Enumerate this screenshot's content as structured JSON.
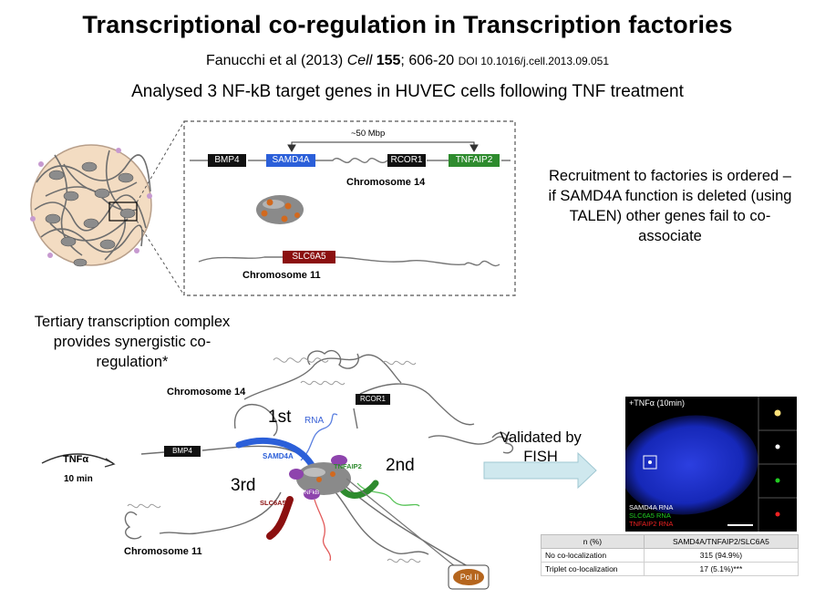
{
  "header": {
    "title": "Transcriptional co-regulation in Transcription factories",
    "citation": {
      "authors": "Fanucchi et al (2013) ",
      "journal": "Cell",
      "volume": "155",
      "pages": "; 606-20 ",
      "doi": "DOI 10.1016/j.cell.2013.09.051"
    },
    "subtitle": "Analysed 3 NF-kB target genes in HUVEC cells following TNF treatment"
  },
  "notes": {
    "right_note": "Recruitment to factories is ordered – if SAMD4A function is deleted (using TALEN) other genes fail to co-associate",
    "left_note": "Tertiary transcription complex provides synergistic co-regulation*",
    "fish_label": "Validated by FISH"
  },
  "top_diagram": {
    "distance": "~50 Mbp",
    "genes": {
      "bmp4": "BMP4",
      "samd4a": "SAMD4A",
      "rcor1": "RCOR1",
      "tnfaip2": "TNFAIP2",
      "slc6a5": "SLC6A5"
    },
    "chromosome14": "Chromosome 14",
    "chromosome11": "Chromosome 11"
  },
  "bottom_diagram": {
    "chromosome14": "Chromosome 14",
    "chromosome11": "Chromosome 11",
    "stimulus": "TNFα",
    "duration": "10 min",
    "rna": "RNA",
    "bmp4": "BMP4",
    "rcor1": "RCOR1",
    "samd4a": "SAMD4A",
    "tnfaip2": "TNFAIP2",
    "slc6a5": "SLC6A5",
    "nfkb": "NFkB",
    "pol2": "Pol II",
    "steps": [
      "1st",
      "2nd",
      "3rd"
    ]
  },
  "microscopy": {
    "condition": "+TNFα (10min)",
    "legend": [
      {
        "label": "SAMD4A RNA",
        "color": "#ffffff"
      },
      {
        "label": "SLC6A5 RNA",
        "color": "#22cc22"
      },
      {
        "label": "TNFAIP2 RNA",
        "color": "#ee2222"
      }
    ]
  },
  "fish_table": {
    "headers": [
      "n (%)",
      "SAMD4A/TNFAIP2/SLC6A5"
    ],
    "rows": [
      [
        "No co-localization",
        "315 (94.9%)"
      ],
      [
        "Triplet co-localization",
        "17 (5.1%)***"
      ]
    ]
  },
  "colors": {
    "samd4a": "#2b5fd9",
    "tnfaip2": "#2e8b2e",
    "slc6a5": "#8b1010",
    "rcor1": "#000000",
    "bmp4": "#000000",
    "fish_arrow": "#cfe8ee"
  }
}
